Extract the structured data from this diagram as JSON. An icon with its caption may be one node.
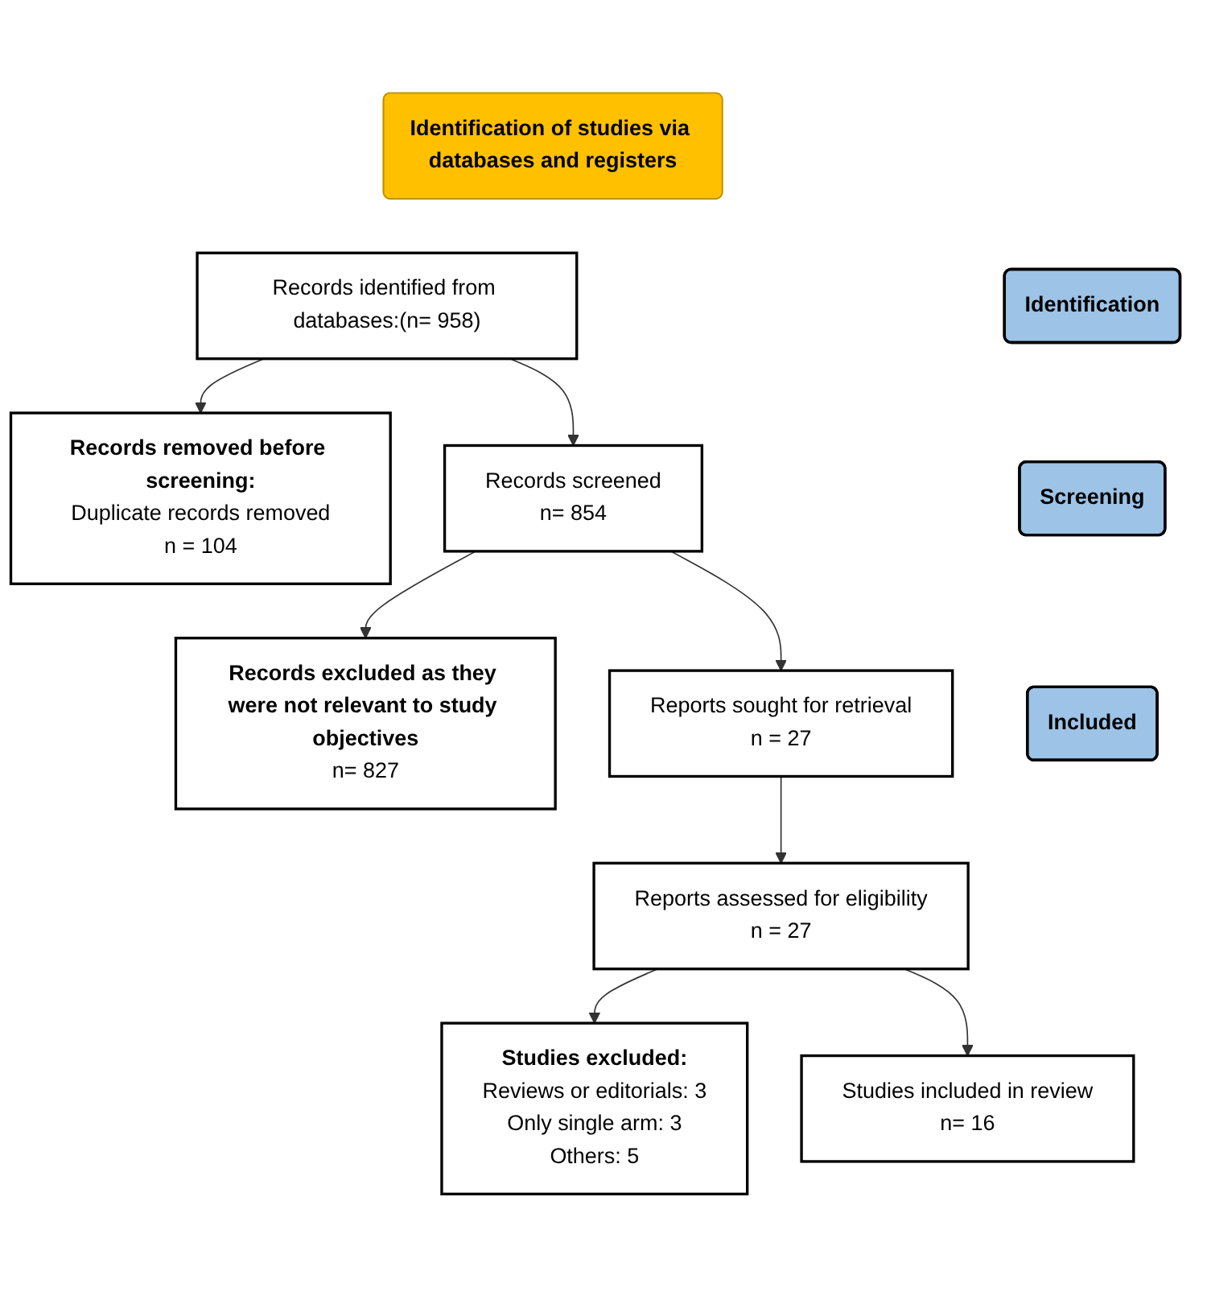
{
  "diagram": {
    "nodes": [
      {
        "text": [
          "Identification of studies via databases and registers"
        ]
      },
      {
        "text": [
          "Identification"
        ]
      },
      {
        "text": [
          "Records identified from databases:(n= 958)"
        ]
      },
      {
        "text": [
          "Records removed before screening:",
          "Duplicate records removed",
          "n = 104"
        ]
      },
      {
        "text": [
          "Screening"
        ]
      },
      {
        "text": [
          "Records screened",
          "n= 854"
        ]
      },
      {
        "text": [
          "Records excluded as they were not relevant to study objectives",
          "n= 827"
        ]
      },
      {
        "text": [
          "Reports sought for retrieval",
          "n = 27"
        ]
      },
      {
        "text": [
          "Reports assessed for eligibility",
          "n = 27"
        ]
      },
      {
        "text": [
          "Studies excluded:",
          "Reviews or editorials: 3",
          "Only single arm: 3",
          "Others: 5"
        ]
      },
      {
        "text": [
          "Included"
        ]
      },
      {
        "text": [
          "Studies included in review",
          "n= 16"
        ]
      }
    ],
    "edges": [
      {
        "from": 2,
        "to": 3,
        "arrow": "to"
      },
      {
        "from": 2,
        "to": 5,
        "arrow": "to"
      },
      {
        "from": 5,
        "to": 6,
        "arrow": "to"
      },
      {
        "from": 5,
        "to": 7,
        "arrow": "to"
      },
      {
        "from": 7,
        "to": 8,
        "arrow": "to"
      },
      {
        "from": 8,
        "to": 9,
        "arrow": "to"
      },
      {
        "from": 8,
        "to": 11,
        "arrow": "to"
      }
    ]
  }
}
